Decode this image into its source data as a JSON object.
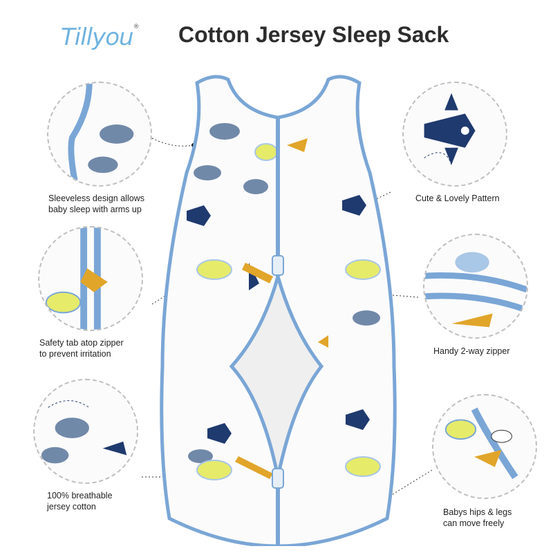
{
  "brand": {
    "name": "Tillyou",
    "mark": "®"
  },
  "title": "Cotton Jersey Sleep Sack",
  "features": {
    "sleeveless": "Sleeveless design allows\nbaby sleep with arms up",
    "pattern": "Cute & Lovely Pattern",
    "safety_tab": "Safety tab atop zipper\nto prevent irritation",
    "zipper": "Handy 2-way zipper",
    "breathable": "100% breathable\njersey cotton",
    "hips": "Babys hips & legs\ncan move freely"
  },
  "colors": {
    "trim": "#7aa6d6",
    "navy": "#1f3a6e",
    "yellow": "#e6eb6a",
    "mustard": "#e1a52a",
    "cloud": "#7189a8"
  }
}
